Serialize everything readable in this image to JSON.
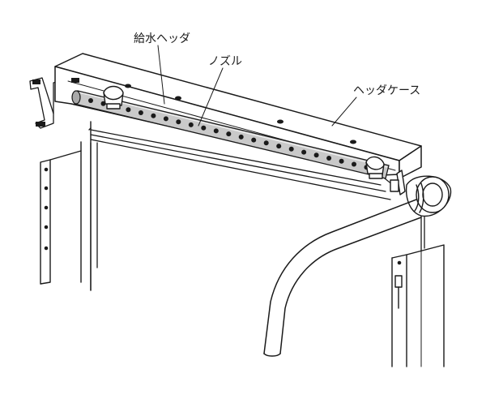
{
  "labels": {
    "header": "給水ヘッダ",
    "nozzle": "ノズル",
    "case": "ヘッダケース"
  }
}
